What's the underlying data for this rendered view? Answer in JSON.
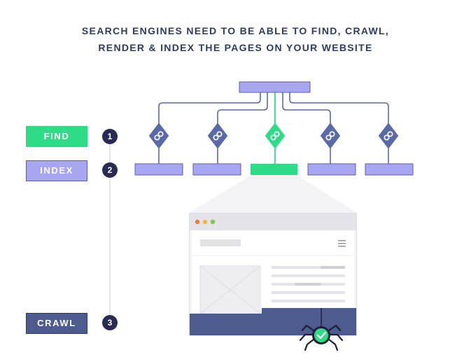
{
  "title": {
    "line1": "SEARCH ENGINES NEED TO BE ABLE TO FIND, CRAWL,",
    "line2": "RENDER & INDEX THE PAGES ON YOUR WEBSITE"
  },
  "steps": [
    {
      "label": "FIND",
      "number": "1",
      "color": "#2edb86"
    },
    {
      "label": "INDEX",
      "number": "2",
      "color": "#a8a6f0"
    },
    {
      "label": "CRAWL",
      "number": "3",
      "color": "#4e5b8e"
    }
  ],
  "colors": {
    "node_purple": "#a8a6f0",
    "node_border": "#5a5fae",
    "highlight_green": "#2edb86",
    "link_diamond": "#5a6aa8",
    "dark_navy": "#2f3b62"
  },
  "icons": [
    "link-icon",
    "spider-icon",
    "checkmark-icon",
    "hamburger-menu-icon",
    "image-placeholder-icon"
  ]
}
